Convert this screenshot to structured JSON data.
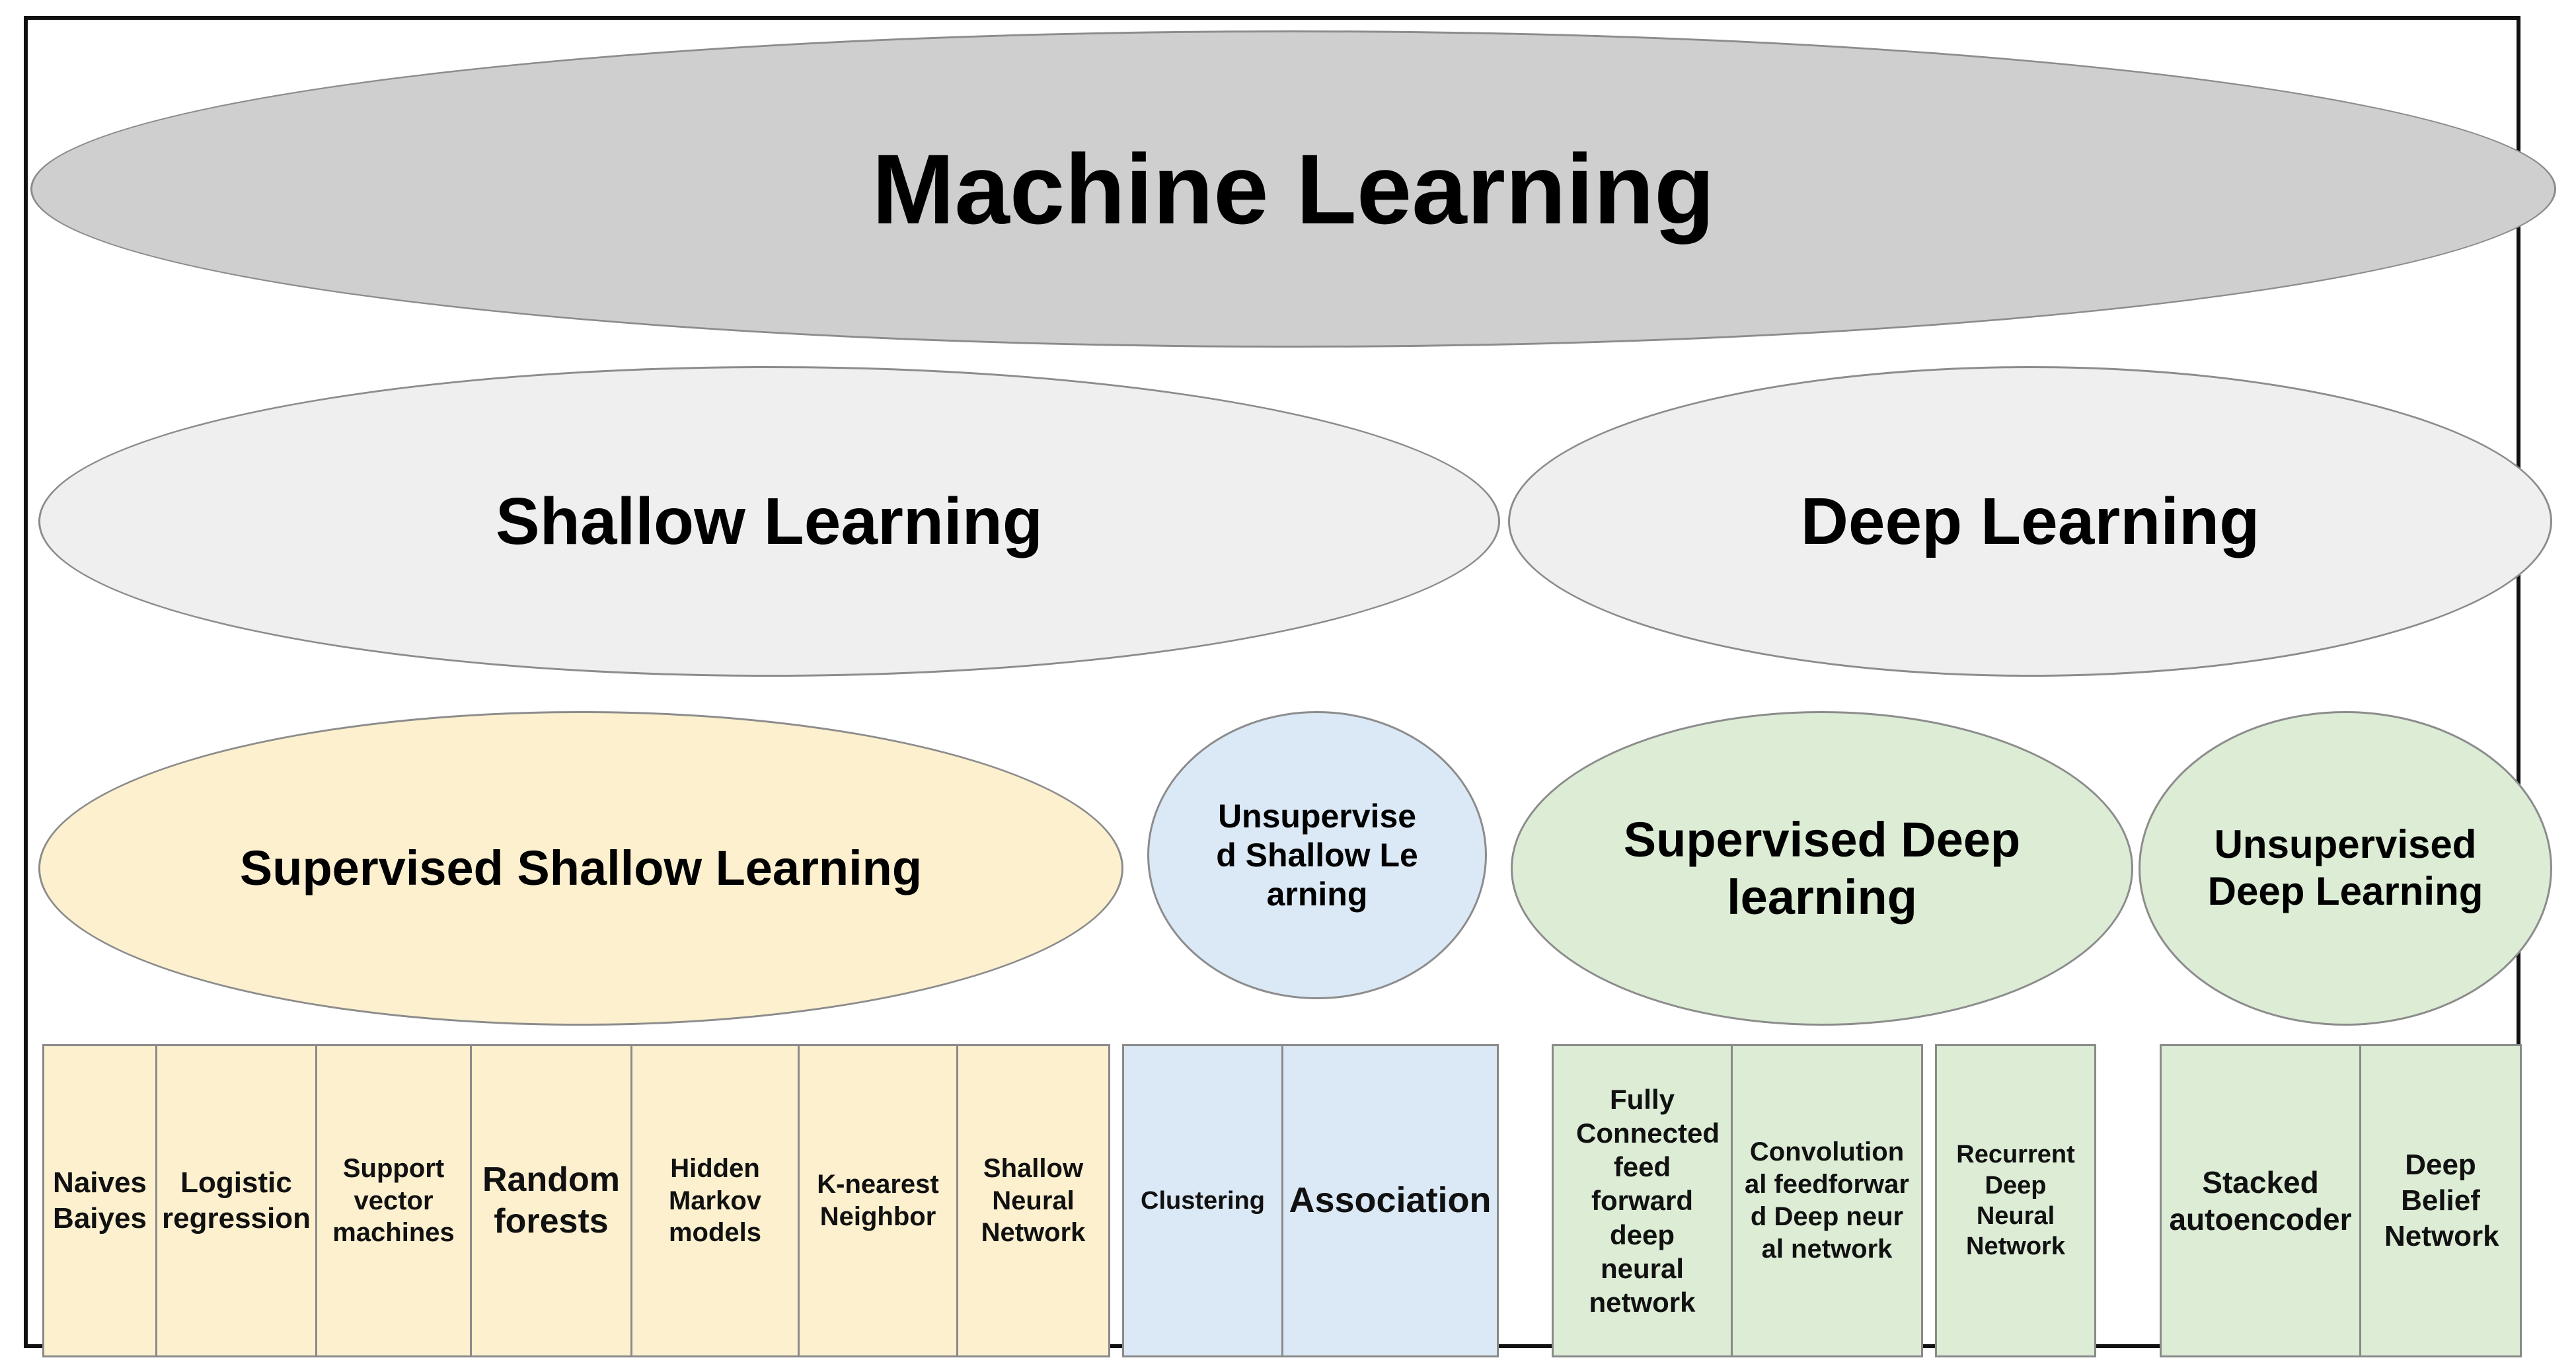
{
  "top": {
    "label": "Machine Learning"
  },
  "level2": {
    "shallow": "Shallow Learning",
    "deep": "Deep Learning"
  },
  "level3": {
    "supervised_shallow": "Supervised Shallow Learning",
    "unsupervised_shallow": "Unsupervised Shallow Learning",
    "supervised_deep": "Supervised Deep learning",
    "unsupervised_deep": "Unsupervised Deep Learning"
  },
  "leaves": {
    "supervised_shallow": [
      "Naives Baiyes",
      "Logistic regression",
      "Support vector machines",
      "Random forests",
      "Hidden Markov models",
      "K-nearest Neighbor",
      "Shallow Neural Network"
    ],
    "unsupervised_shallow": [
      "Clustering",
      "Association"
    ],
    "supervised_deep": [
      "Fully Connected feed forward deep neural network",
      "Convolutional feedforward Deep neural network",
      "Recurrent Deep Neural Network"
    ],
    "unsupervised_deep": [
      "Stacked autoencoder",
      "Deep Belief Network"
    ]
  },
  "colors": {
    "top": "#cfcfcf",
    "level2": "#efefef",
    "shallow_supervised": "#fdf0cf",
    "shallow_unsupervised": "#dbe8f5",
    "deep": "#dcecd5",
    "frame": "#111111"
  }
}
